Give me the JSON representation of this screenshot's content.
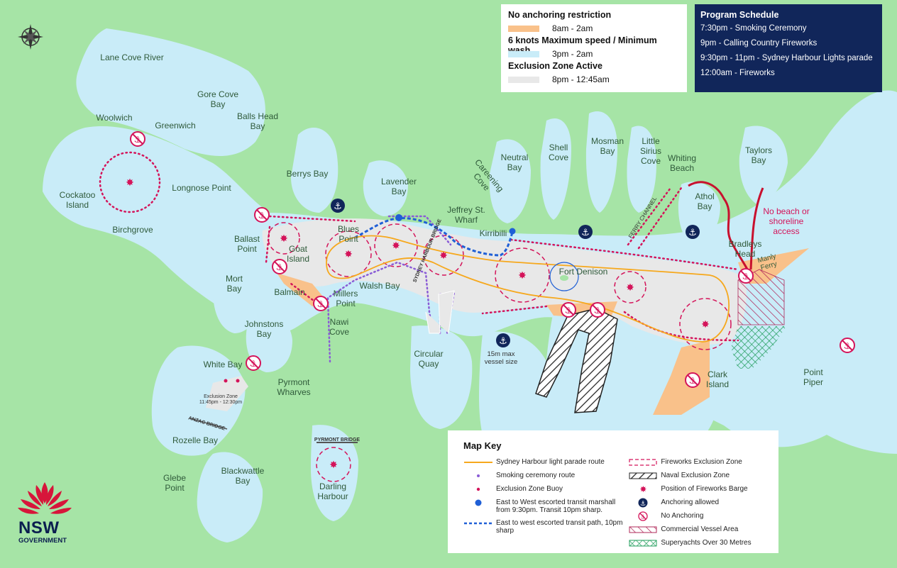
{
  "colors": {
    "land": "#a6e4a6",
    "water": "#c9ecf8",
    "exclusion": "#e8e8e8",
    "no_anchoring_zone": "#f9c18a",
    "buoy_red": "#d4145a",
    "route_orange": "#f6a81d",
    "smoking_purple": "#8a5cd6",
    "transit_blue": "#1f5fd6",
    "navy": "#11265a",
    "naval_hatch": "#222222",
    "superyacht_green": "#1e9c5a"
  },
  "legend": {
    "no_anchoring_title": "No anchoring restriction",
    "no_anchoring_time": "8am - 2am",
    "speed_title": "6 knots Maximum speed / Minimum wash",
    "speed_time": "3pm - 2am",
    "exclusion_title": "Exclusion Zone Active",
    "exclusion_time": "8pm - 12:45am"
  },
  "schedule": {
    "title": "Program Schedule",
    "items": [
      "7:30pm - Smoking Ceremony",
      "9pm - Calling Country Fireworks",
      "9:30pm - 11pm - Sydney Harbour Lights parade",
      "12:00am - Fireworks"
    ]
  },
  "map_key": {
    "title": "Map Key",
    "left": [
      {
        "icon": "parade-route-line",
        "label": "Sydney Harbour light parade route"
      },
      {
        "icon": "smoking-route-dots",
        "label": "Smoking ceremony route"
      },
      {
        "icon": "buoy-dot",
        "label": "Exclusion Zone Buoy"
      },
      {
        "icon": "transit-marshall-dot",
        "label": "East to West escorted transit marshall from 9:30pm. Transit 10pm sharp."
      },
      {
        "icon": "transit-path-dash",
        "label": "East to west escorted transit path, 10pm sharp"
      }
    ],
    "right": [
      {
        "icon": "fireworks-zone-dash",
        "label": "Fireworks Exclusion Zone"
      },
      {
        "icon": "naval-hatch",
        "label": "Naval Exclusion Zone"
      },
      {
        "icon": "fireworks-barge",
        "label": "Position of Fireworks Barge"
      },
      {
        "icon": "anchor-allowed",
        "label": "Anchoring allowed"
      },
      {
        "icon": "no-anchoring",
        "label": "No Anchoring"
      },
      {
        "icon": "commercial-hatch",
        "label": "Commercial Vessel Area"
      },
      {
        "icon": "superyacht-hatch",
        "label": "Superyachts Over 30 Metres"
      }
    ]
  },
  "places": {
    "lane_cove_river": "Lane Cove River",
    "gore_cove_bay": "Gore Cove\nBay",
    "balls_head_bay": "Balls Head\nBay",
    "woolwich": "Woolwich",
    "greenwich": "Greenwich",
    "longnose_point": "Longnose Point",
    "cockatoo_island": "Cockatoo\nIsland",
    "birchgrove": "Birchgrove",
    "berrys_bay": "Berrys Bay",
    "lavender_bay": "Lavender\nBay",
    "careening_cove": "Careening\nCove",
    "neutral_bay": "Neutral\nBay",
    "shell_cove": "Shell\nCove",
    "mosman_bay": "Mosman\nBay",
    "little_sirius_cove": "Little\nSirius\nCove",
    "whiting_beach": "Whiting\nBeach",
    "taylors_bay": "Taylors\nBay",
    "athol_bay": "Athol\nBay",
    "bradleys_head": "Bradleys\nHead",
    "manly_ferry": "Manly\nFerry",
    "jeffrey_st_wharf": "Jeffrey St.\nWharf",
    "kirribilli": "Kirribilli",
    "fort_denison": "Fort Denison",
    "ferry_channel": "FERRY CHANNEL",
    "ballast_point": "Ballast\nPoint",
    "goat_island": "Goat\nIsland",
    "blues_point": "Blues\nPoint",
    "mort_bay": "Mort\nBay",
    "balmain": "Balmain",
    "millers_point": "Millers\nPoint",
    "walsh_bay": "Walsh Bay",
    "johnstons_bay": "Johnstons\nBay",
    "nawi_cove": "Nawi\nCove",
    "white_bay": "White Bay",
    "pyrmont_wharves": "Pyrmont\nWharves",
    "circular_quay": "Circular\nQuay",
    "vessel_size": "15m max\nvessel size",
    "clark_island": "Clark\nIsland",
    "point_piper": "Point\nPiper",
    "rozelle_bay": "Rozelle Bay",
    "glebe_point": "Glebe\nPoint",
    "blackwattle_bay": "Blackwattle\nBay",
    "darling_harbour": "Darling\nHarbour",
    "anzac_bridge": "ANZAC BRIDGE",
    "pyrmont_bridge": "PYRMONT BRIDGE",
    "harbour_bridge": "SYDNEY HARBOUR BRIDGE",
    "exclusion_zone_note": "Exclusion Zone\n11:45pm - 12:30pm",
    "no_beach_access": "No beach or\nshoreline\naccess"
  },
  "logo": {
    "line1": "NSW",
    "line2": "GOVERNMENT"
  }
}
